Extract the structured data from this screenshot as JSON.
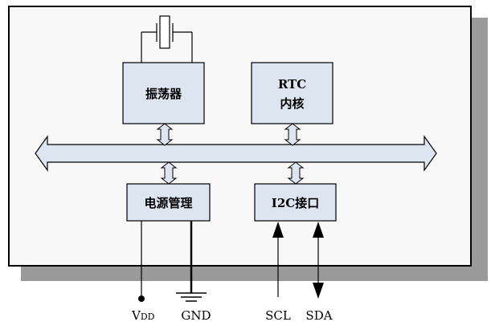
{
  "blocks": {
    "oscillator": "振荡器",
    "rtc_line1": "RTC",
    "rtc_line2": "内核",
    "power": "电源管理",
    "i2c": "I2C接口"
  },
  "pins": {
    "vdd_main": "V",
    "vdd_sub": "DD",
    "gnd": "GND",
    "scl": "SCL",
    "sda": "SDA"
  },
  "colors": {
    "block_fill": "#dde5f0",
    "bus_fill": "#dde5f0",
    "shadow": "#9a9a9a",
    "chip_fill": "#f8f8f8"
  }
}
